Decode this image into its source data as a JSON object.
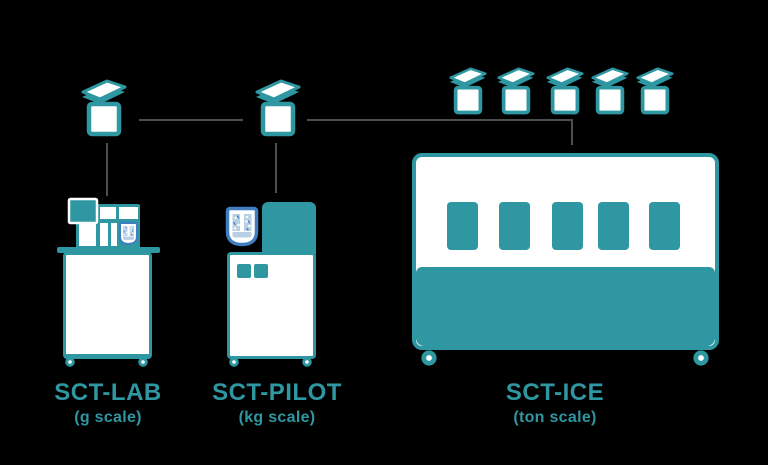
{
  "diagram": {
    "title": "process scale-up diagram",
    "machines": [
      {
        "id": "sct-lab",
        "name": "SCT-LAB",
        "scale": "(g scale)"
      },
      {
        "id": "sct-pilot",
        "name": "SCT-PILOT",
        "scale": "(kg scale)"
      },
      {
        "id": "sct-ice",
        "name": "SCT-ICE",
        "scale": "(ton scale)"
      }
    ],
    "containers": {
      "icon": "container-with-lid-icon",
      "large_count": 2,
      "small_count": 5
    },
    "vessel_icon": "crystallizer-vessel-icon",
    "connections": [
      "large-container-1 — large-container-2",
      "large-container-2 — small-container-row (above SCT-ICE)",
      "large-container-1 — SCT-LAB",
      "large-container-2 — SCT-PILOT"
    ]
  },
  "colors": {
    "background": "#000000",
    "teal": "#2E97A2",
    "line": "#4E4E4E",
    "vessel_blue": "#3F7EC0",
    "vessel_light": "#B9CFE6",
    "white": "#FFFFFF"
  }
}
